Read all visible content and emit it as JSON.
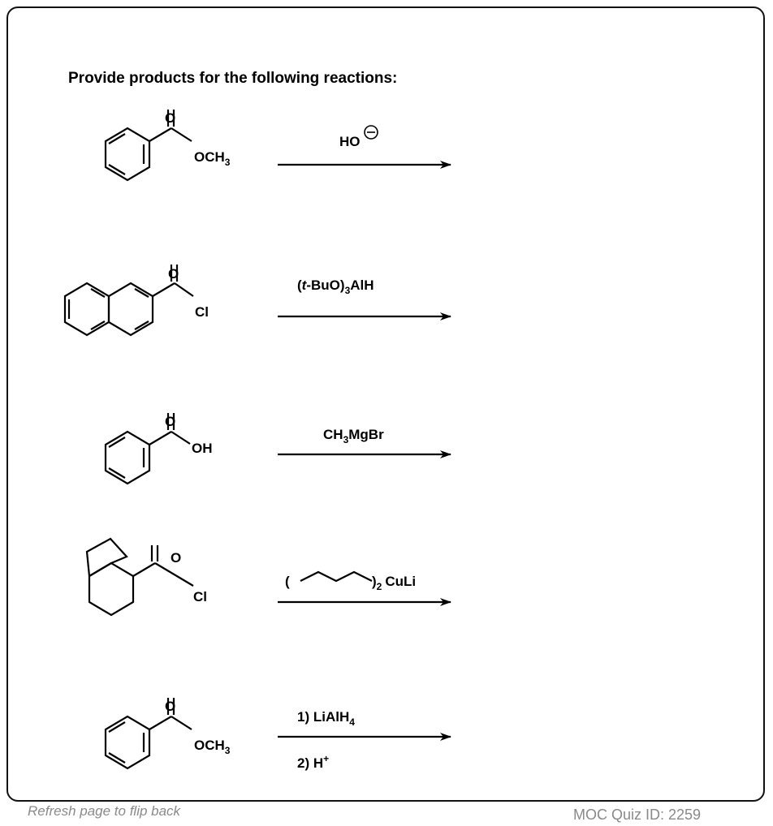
{
  "quiz": {
    "prompt": "Provide products for the following reactions:",
    "footer_left": "Refresh page to flip back",
    "footer_right": "MOC Quiz ID: 2259"
  },
  "reactions": [
    {
      "substrate": "methyl benzoate",
      "reagent": [
        "HO"
      ],
      "atoms": {
        "carbonyl_o": "O",
        "group": "OCH",
        "group_sub": "3"
      }
    },
    {
      "substrate": "2-naphthoyl chloride",
      "reagent": [
        "(",
        "t",
        "-BuO)",
        "3",
        "AlH"
      ],
      "atoms": {
        "carbonyl_o": "O",
        "group": "Cl"
      }
    },
    {
      "substrate": "benzoic acid",
      "reagent": [
        "CH",
        "3",
        "MgBr"
      ],
      "atoms": {
        "carbonyl_o": "O",
        "group": "OH"
      }
    },
    {
      "substrate": "hexahydroindane acid chloride",
      "reagent": [
        "(",
        ")",
        "2",
        "CuLi"
      ],
      "atoms": {
        "carbonyl_o": "O",
        "group": "Cl"
      }
    },
    {
      "substrate": "methyl benzoate",
      "reagent": [
        "1) LiAlH",
        "4",
        "2) H",
        "+"
      ],
      "atoms": {
        "carbonyl_o": "O",
        "group": "OCH",
        "group_sub": "3"
      }
    }
  ]
}
